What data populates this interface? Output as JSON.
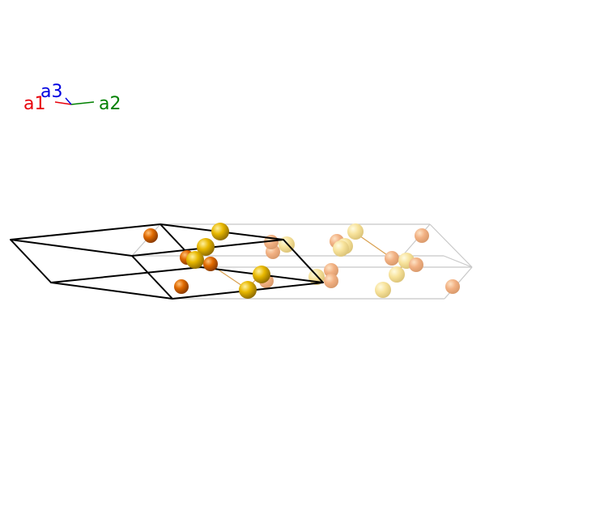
{
  "axes": {
    "a1": {
      "label": "a1",
      "color": "#e8000b"
    },
    "a2": {
      "label": "a2",
      "color": "#008000"
    },
    "a3": {
      "label": "a3",
      "color": "#0000e0"
    }
  },
  "colors": {
    "primary_cell_edge": "#000000",
    "image_cell_edge": "#c8c8c8",
    "atom_orange": "#e06a00",
    "atom_yellow": "#e8b800",
    "atom_orange_faded": "#f2b183",
    "atom_yellow_faded": "#f7e29a",
    "bond": "#d9a050"
  },
  "icons": {
    "atom": "sphere",
    "axis_indicator": "triad"
  }
}
